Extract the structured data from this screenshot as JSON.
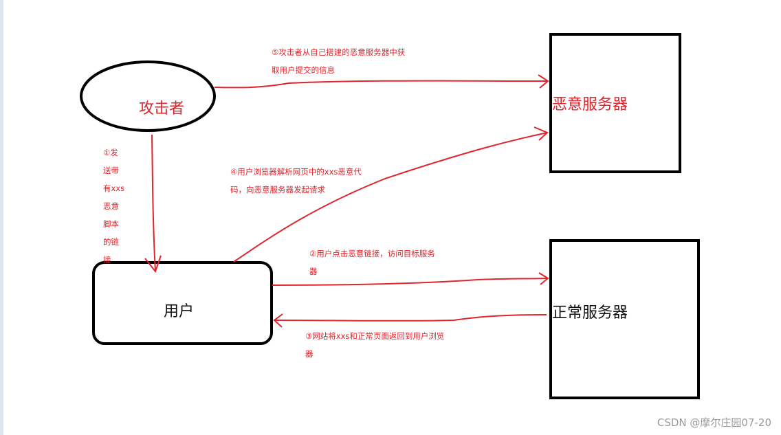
{
  "nodes": {
    "attacker": "攻击者",
    "malicious_server": "恶意服务器",
    "user": "用户",
    "normal_server": "正常服务器"
  },
  "steps": {
    "step1": [
      "①发",
      "送带",
      "有xxs",
      "恶意",
      "脚本",
      "的链",
      "接"
    ],
    "step2": [
      "②用户点击恶意链接，访问目标服务",
      "器"
    ],
    "step3": [
      "③网站将xxs和正常页面返回到用户浏览",
      "器"
    ],
    "step4": [
      "④用户浏览器解析网页中的xxs恶意代",
      "码，向恶意服务器发起请求"
    ],
    "step5": [
      "⑤攻击者从自己搭建的恶意服务器中获",
      "取用户提交的信息"
    ]
  },
  "watermark": "CSDN @摩尔庄园07-20",
  "colors": {
    "arrow": "#e0242b",
    "outline": "#000000"
  }
}
